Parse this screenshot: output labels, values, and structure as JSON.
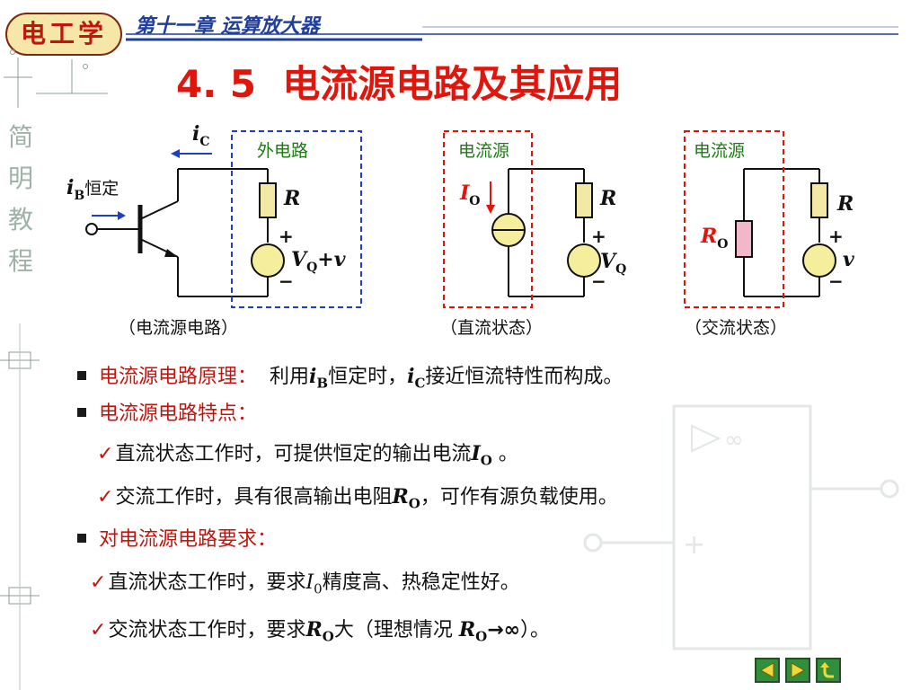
{
  "header": {
    "logo_text": "电工学",
    "chapter": "第十一章  运算放大器"
  },
  "title": {
    "number": "4. 5",
    "text": "电流源电路及其应用"
  },
  "sidebar": {
    "chars": [
      "简",
      "明",
      "教",
      "程"
    ]
  },
  "circuits": {
    "ic_label": "i",
    "ic_sub": "C",
    "ib_label": "i",
    "ib_sub": "B",
    "ib_text": "恒定",
    "external_label": "外电路",
    "source_label_dc": "电流源",
    "source_label_ac": "电流源",
    "r_label": "R",
    "io_label": "I",
    "io_sub": "O",
    "ro_label": "R",
    "ro_sub": "O",
    "plus": "+",
    "minus": "−",
    "vq_label": "V",
    "vq_sub": "Q",
    "vq_suffix": "+v",
    "v_ac": "v",
    "caption_1": "（电流源电路）",
    "caption_2": "（直流状态）",
    "caption_3": "（交流状态）"
  },
  "bullets": {
    "b1": {
      "heading": "电流源电路原理：",
      "pre": "利用",
      "ib": "i",
      "ib_sub": "B",
      "mid": "恒定时，",
      "ic": "i",
      "ic_sub": "C",
      "post": "接近恒流特性而构成。"
    },
    "b2_heading": "电流源电路特点：",
    "c1": {
      "check": "✓",
      "text": "直流状态工作时，可提供恒定的输出电流",
      "var": "I",
      "sub": "O",
      "end": " 。"
    },
    "c2": {
      "check": "✓",
      "text": "交流工作时，具有很高输出电阻",
      "var": "R",
      "sub": "O",
      "end": "，可作有源负载使用。"
    },
    "b3_heading": "对电流源电路要求：",
    "c3": {
      "check": "✓",
      "text": "直流状态工作时，要求",
      "var": "I",
      "sub": "0",
      "end": "精度高、热稳定性好。"
    },
    "c4": {
      "check": "✓",
      "text": "交流状态工作时，要求",
      "var": "R",
      "sub": "O",
      "mid": "大（理想情况 ",
      "var2": "R",
      "sub2": "O",
      "arrow": "→∞",
      "end": "）。"
    }
  },
  "colors": {
    "title": "#e0160d",
    "chapter": "#203f9c",
    "accent_red": "#c0160f",
    "dashed_blue": "#1f3fc4",
    "dashed_red": "#e0160d",
    "resistor_fill": "#f3e9a6",
    "source_fill": "#f5ee9c",
    "ro_fill": "#f2b8c9"
  },
  "icons": {
    "nav_prev": "triangle-left-icon",
    "nav_next": "triangle-right-icon",
    "nav_return": "return-arrow-icon"
  }
}
